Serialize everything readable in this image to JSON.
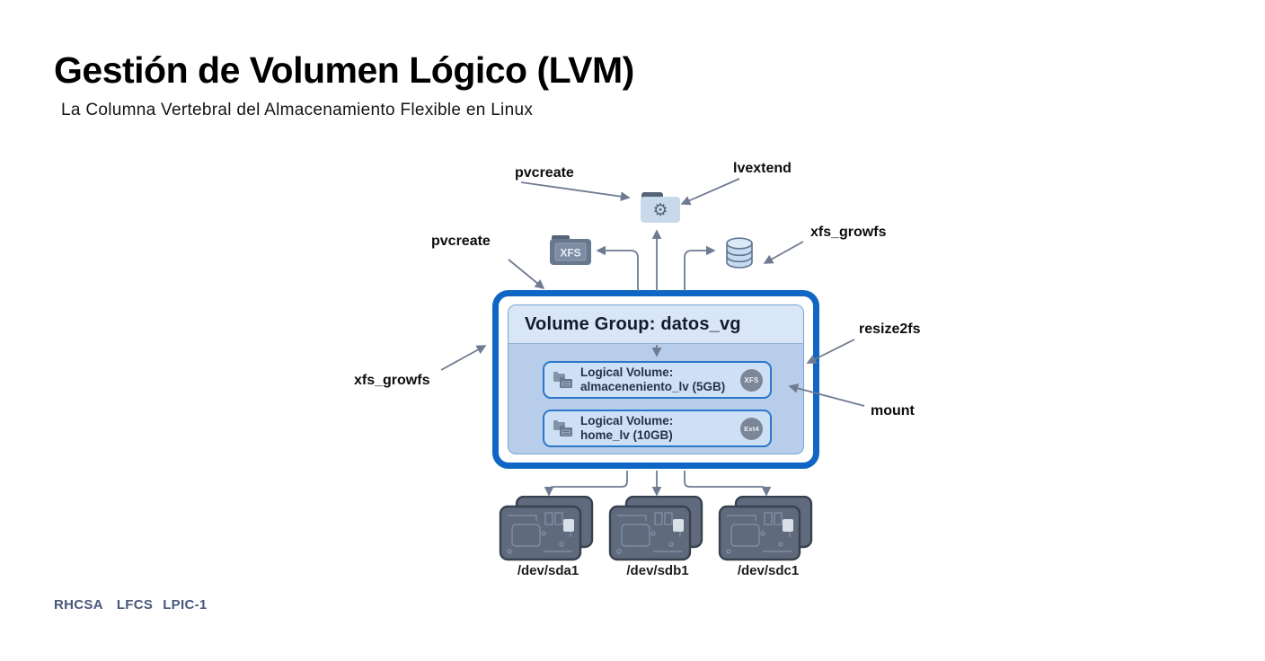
{
  "slide": {
    "title": "Gestión de Volumen Lógico (LVM)",
    "subtitle": "La Columna Vertebral del Almacenamiento Flexible en Linux"
  },
  "commands": {
    "pvcreate_top": "pvcreate",
    "lvextend": "lvextend",
    "pvcreate_left": "pvcreate",
    "xfs_growfs_right": "xfs_growfs",
    "xfs_growfs_left": "xfs_growfs",
    "resize2fs": "resize2fs",
    "mount": "mount"
  },
  "volume_group": {
    "title": "Volume Group: datos_vg",
    "logical_volumes": [
      {
        "label": "Logical Volume:",
        "name": "almaceneniento_lv (5GB)",
        "fs_badge": "XFS"
      },
      {
        "label": "Logical Volume:",
        "name": "home_lv (10GB)",
        "fs_badge": "Ext4"
      }
    ]
  },
  "icons": {
    "gear_folder": "gear-folder-icon",
    "xfs_folder_label": "XFS",
    "database": "database-icon",
    "disk": "circuit-disk-icon"
  },
  "disks": [
    {
      "label": "/dev/sda1"
    },
    {
      "label": "/dev/sdb1"
    },
    {
      "label": "/dev/sdc1"
    }
  ],
  "footer": {
    "certs": [
      "RHCSA",
      "LFCS",
      "LPIC-1"
    ]
  },
  "colors": {
    "vg_border": "#1066c5",
    "panel_header": "#d9e6f6",
    "panel_body": "#b7cde9",
    "lv_card_bg": "#cde0f5",
    "lv_card_border": "#2b78ca",
    "badge_bg": "#7b8699",
    "arrow": "#6e7b91",
    "disk_body": "#5f6b7d",
    "footer_text": "#47587a"
  }
}
